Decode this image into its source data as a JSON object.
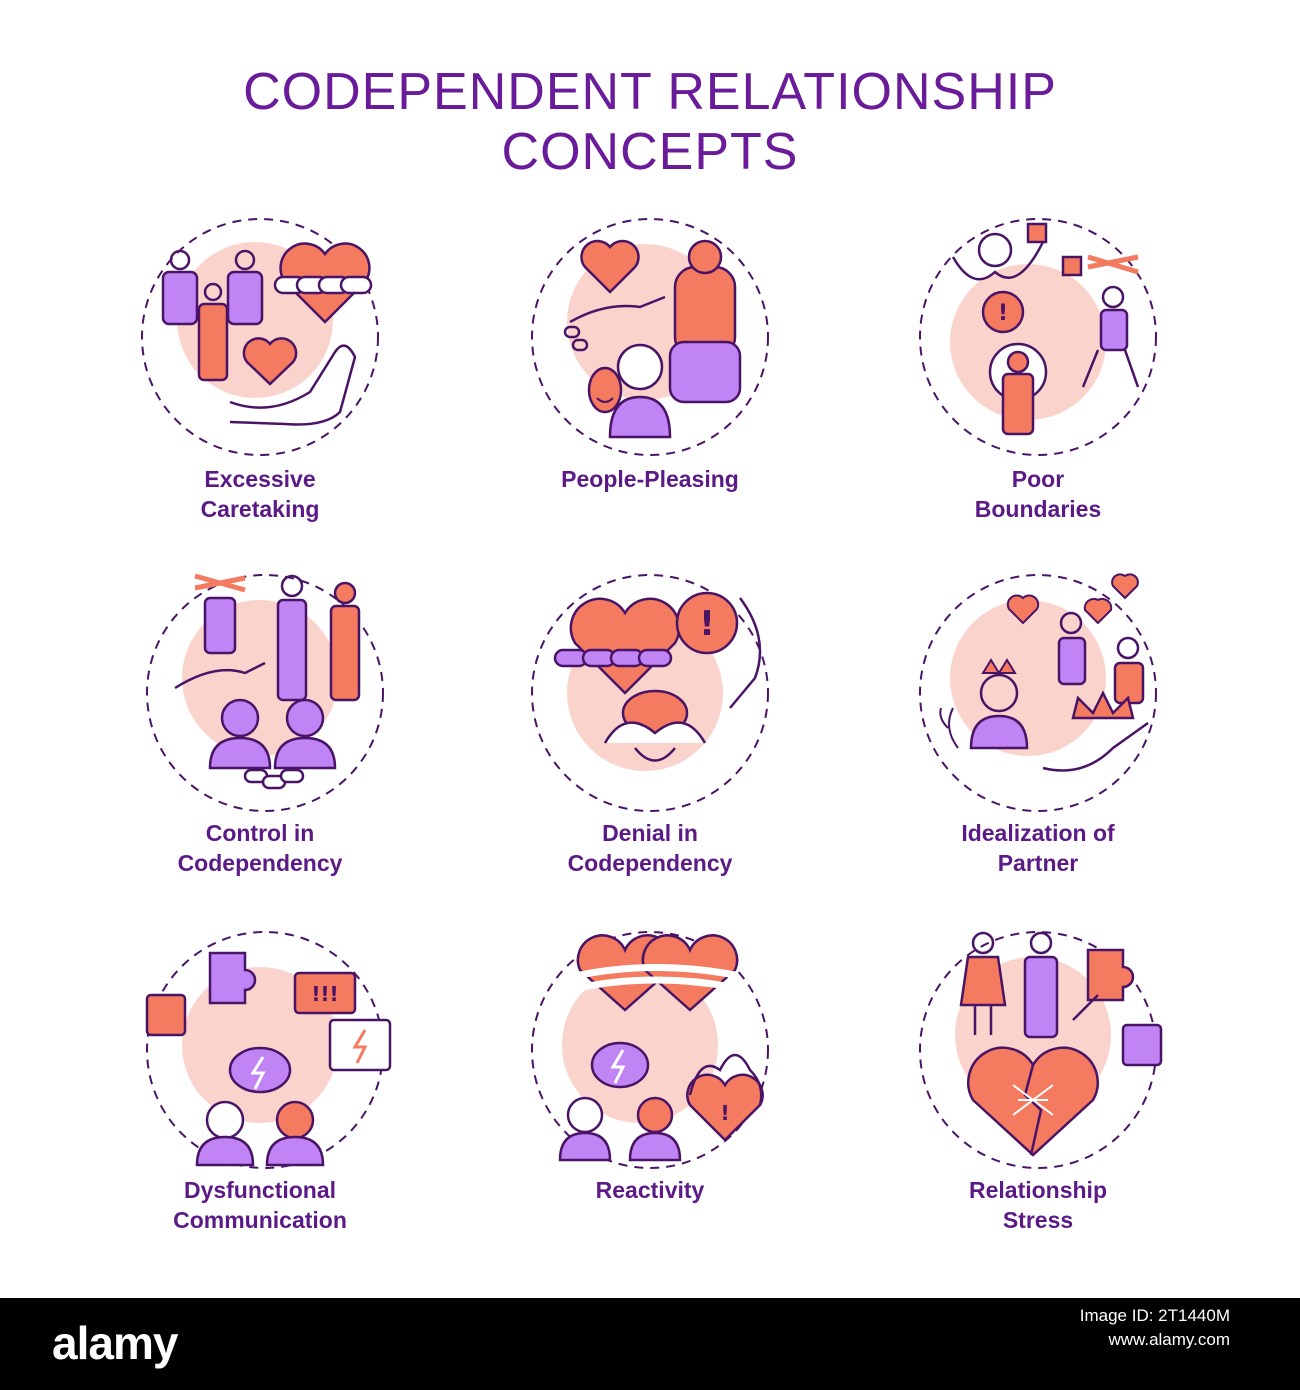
{
  "title": {
    "line1": "CODEPENDENT RELATIONSHIP",
    "line2": "CONCEPTS"
  },
  "colors": {
    "primary": "#6a1b9a",
    "label": "#5b1a86",
    "accent": "#f47a60",
    "accent_light": "#fbd3cd",
    "fill_purple": "#c084f5",
    "stroke": "#4a1466"
  },
  "icons": [
    {
      "icon": "excessive-caretaking-icon",
      "label_line1": "Excessive",
      "label_line2": "Caretaking"
    },
    {
      "icon": "people-pleasing-icon",
      "label_line1": "People-Pleasing",
      "label_line2": ""
    },
    {
      "icon": "poor-boundaries-icon",
      "label_line1": "Poor",
      "label_line2": "Boundaries"
    },
    {
      "icon": "control-icon",
      "label_line1": "Control in",
      "label_line2": "Codependency"
    },
    {
      "icon": "denial-icon",
      "label_line1": "Denial in",
      "label_line2": "Codependency"
    },
    {
      "icon": "idealization-icon",
      "label_line1": "Idealization of",
      "label_line2": "Partner"
    },
    {
      "icon": "dysfunctional-communication-icon",
      "label_line1": "Dysfunctional",
      "label_line2": "Communication"
    },
    {
      "icon": "reactivity-icon",
      "label_line1": "Reactivity",
      "label_line2": ""
    },
    {
      "icon": "relationship-stress-icon",
      "label_line1": "Relationship",
      "label_line2": "Stress"
    }
  ],
  "footer": {
    "logo": "alamy",
    "id_line1": "Image ID: 2T1440M",
    "id_line2": "www.alamy.com"
  }
}
